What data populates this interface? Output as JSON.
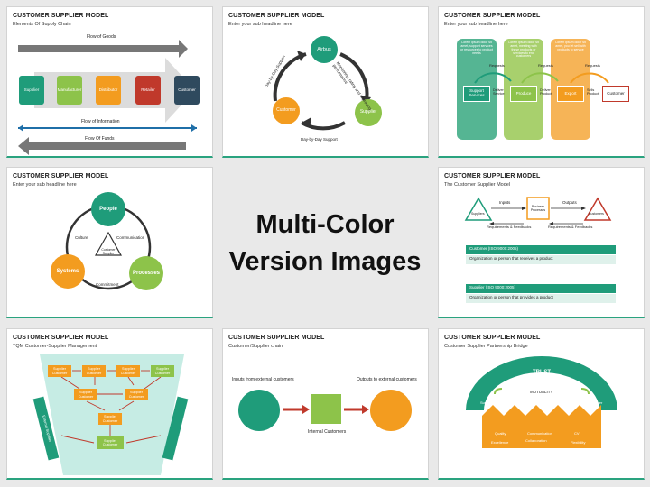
{
  "center": {
    "line1": "Multi-Color",
    "line2": "Version Images"
  },
  "colors": {
    "green": "#1f9c7a",
    "light_green": "#8dc34a",
    "orange": "#f39c1f",
    "red": "#c0392b",
    "navy": "#2f4a5e",
    "teal": "#3aa68c"
  },
  "s1": {
    "title": "CUSTOMER SUPPLIER MODEL",
    "subtitle": "Elements Of Supply Chain",
    "flow_goods": "Flow of Goods",
    "flow_info": "Flow of Information",
    "flow_funds": "Flow Of Funds",
    "nodes": [
      "Supplier",
      "Manufacturer",
      "Distributor",
      "Retailer",
      "Customer"
    ]
  },
  "s2": {
    "title": "CUSTOMER SUPPLIER MODEL",
    "subtitle": "Enter your sub headline here",
    "airbus": "Airbus",
    "supplier": "Supplier",
    "customer": "Customer",
    "top_right": "Monitoring, rating and improving performance",
    "left": "Day-by-Day Support",
    "bottom": "Day-by-Day Support"
  },
  "s3": {
    "title": "CUSTOMER SUPPLIER MODEL",
    "subtitle": "Enter your sub headline here",
    "col_texts": [
      "Lorem ipsum dolor sit amet, support services or resources to product needs",
      "Lorem ipsum dolor sit amet, meeting with these products or services to end customers",
      "Lorem ipsum dolor sit amet, you let sell with products to service"
    ],
    "requests": "Requests",
    "deliver_service": "Deliver Service",
    "deliver_product": "Deliver Product",
    "sells_product": "Sells Product",
    "nodes": [
      "Support Services",
      "Produce",
      "Export",
      "Customer"
    ]
  },
  "s4": {
    "title": "CUSTOMER SUPPLIER MODEL",
    "subtitle": "Enter your sub headline here",
    "people": "People",
    "systems": "Systems",
    "processes": "Processes",
    "culture": "Culture",
    "communication": "Communication",
    "commitment": "Commitment",
    "center_line1": "Customer",
    "center_line2": "Supplier"
  },
  "s5": {
    "title": "CUSTOMER SUPPLIER MODEL",
    "subtitle": "The Customer Supplier Model",
    "inputs": "Inputs",
    "outputs": "Outputs",
    "suppliers": "Suppliers",
    "process_line1": "Business",
    "process_line2": "Processes",
    "customers": "Customers",
    "req_feedback": "Requirements & Feedbacks",
    "customer_head": "Customer (ISO 9000:2005)",
    "customer_body": "Organization or person that receives a product",
    "supplier_head": "Supplier (ISO 9000:2005)",
    "supplier_body": "Organization or person that provides a product"
  },
  "s6": {
    "title": "CUSTOMER SUPPLIER MODEL",
    "subtitle": "TQM Customer-Supplier Management",
    "cell_line1": "Supplier",
    "cell_line2": "Customer",
    "left_bar": "External Supplier",
    "right_bar": "External Customer"
  },
  "s7": {
    "title": "CUSTOMER SUPPLIER MODEL",
    "subtitle": "Customer/Supplier chain",
    "inputs": "Inputs from external customers",
    "outputs": "Outputs to external customers",
    "internal": "Internal Customers"
  },
  "s8": {
    "title": "CUSTOMER SUPPLIER MODEL",
    "subtitle": "Customer Supplier Partnership Bridge",
    "trust": "TRUST",
    "mutuality": "MUTUALITY",
    "supplier": "Supplier",
    "customer": "Customer",
    "quality": "Quality",
    "communication": "Communication",
    "cv": "CV",
    "excellence": "Excellence",
    "collaboration": "Collaboration",
    "flexibility": "Flexibility"
  }
}
